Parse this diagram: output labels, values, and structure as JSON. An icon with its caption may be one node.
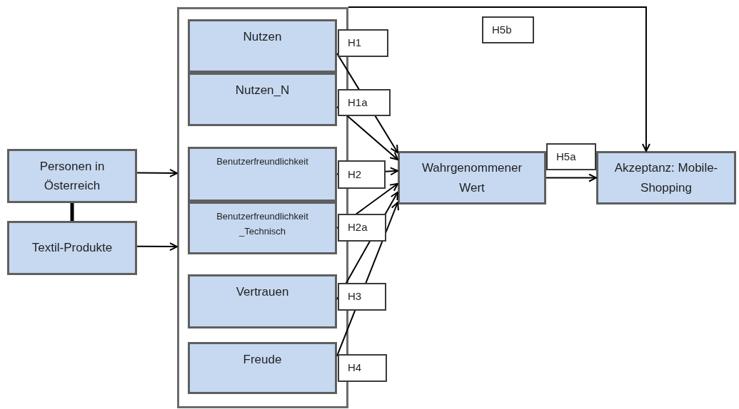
{
  "diagram": {
    "nodes": [
      {
        "text": [
          "Personen in Österreich"
        ]
      },
      {
        "text": [
          "Textil-Produkte"
        ]
      },
      {
        "text": [],
        "shape": "box"
      },
      {
        "text": [
          "Nutzen"
        ],
        "in": 2
      },
      {
        "text": [
          "Nutzen_N"
        ],
        "in": 2
      },
      {
        "text": [
          "Benutzerfreundlichkeit"
        ],
        "in": 2
      },
      {
        "text": [
          "Benutzerfreundlichkeit _Technisch"
        ],
        "in": 2
      },
      {
        "text": [
          "Vertrauen"
        ],
        "in": 2
      },
      {
        "text": [
          "Freude"
        ],
        "in": 2
      },
      {
        "text": [
          "Wahrgenommener Wert"
        ]
      },
      {
        "text": [
          "Akzeptanz: Mobile-Shopping"
        ]
      }
    ],
    "edges": [
      {
        "from": 0,
        "to": 1,
        "arrow": "none",
        "style": "thick"
      },
      {
        "from": 0,
        "to": 2,
        "arrow": "to"
      },
      {
        "from": 1,
        "to": 2,
        "arrow": "to"
      },
      {
        "from": 3,
        "to": 9,
        "arrow": "to",
        "label": "H1"
      },
      {
        "from": 4,
        "to": 9,
        "arrow": "to",
        "label": "H1a"
      },
      {
        "from": 5,
        "to": 9,
        "arrow": "to",
        "label": "H2"
      },
      {
        "from": 6,
        "to": 9,
        "arrow": "to",
        "label": "H2a"
      },
      {
        "from": 7,
        "to": 9,
        "arrow": "to",
        "label": "H3"
      },
      {
        "from": 8,
        "to": 9,
        "arrow": "to",
        "label": "H4"
      },
      {
        "from": 9,
        "to": 10,
        "arrow": "to",
        "label": "H5a"
      },
      {
        "from": 2,
        "to": 10,
        "arrow": "to",
        "label": "H5b"
      }
    ]
  }
}
